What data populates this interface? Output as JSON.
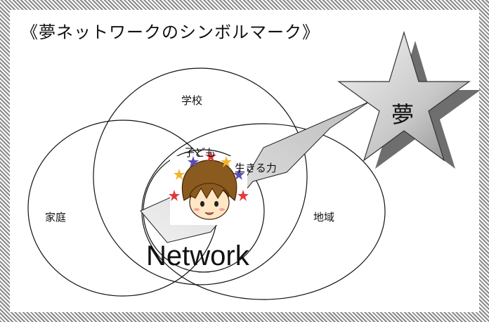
{
  "title": "《夢ネットワークのシンボルマーク》",
  "circles": {
    "school": "学校",
    "home": "家庭",
    "region": "地域"
  },
  "center": {
    "child": "子ども",
    "life_power": "生きる力"
  },
  "network_label": "Network",
  "star_label": "夢",
  "colors": {
    "frame": "#8a8a8a",
    "star": "#d0d0d0",
    "star_shadow": "#6e6e6e",
    "lightning": "#d9d9d9",
    "hair": "#8b5a1e",
    "skin": "#ffe6c4"
  }
}
